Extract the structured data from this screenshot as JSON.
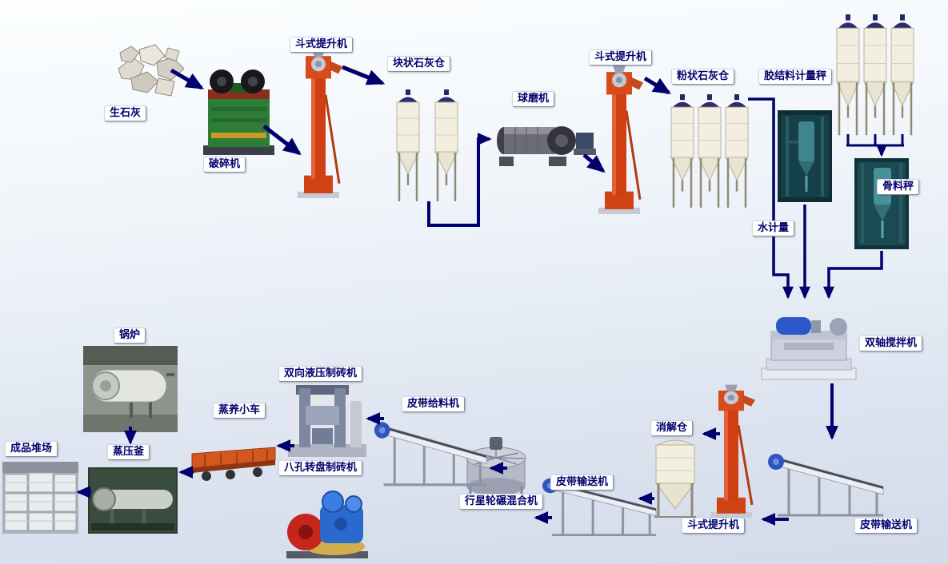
{
  "colors": {
    "arrow": "#00006e",
    "label_text": "#00006e",
    "label_background": "#ffffff",
    "elevator_red": "#cf3f12",
    "crusher_green": "#2e7d36",
    "silo_cream": "#f3efe0"
  },
  "labels": {
    "quicklime": "生石灰",
    "crusher": "破碎机",
    "bucket_elevator_1": "斗式提升机",
    "lump_lime_silo": "块状石灰仓",
    "ball_mill": "球磨机",
    "bucket_elevator_2": "斗式提升机",
    "powder_lime_silo": "粉状石灰仓",
    "binder_metering_scale": "胶结料计量秤",
    "aggregate_scale": "骨料秤",
    "water_metering": "水计量",
    "twin_shaft_mixer": "双轴搅拌机",
    "belt_conveyor_right": "皮带输送机",
    "bucket_elevator_3": "斗式提升机",
    "digestion_silo": "消解仓",
    "belt_conveyor_mid": "皮带输送机",
    "planetary_wheel_mixer": "行星轮碾混合机",
    "belt_feeder": "皮带给料机",
    "hydraulic_brick_machine": "双向液压制砖机",
    "rotary_brick_machine": "八孔转盘制砖机",
    "steam_curing_cart": "蒸养小车",
    "autoclave": "蒸压釜",
    "boiler": "锅炉",
    "finished_product_yard": "成品堆场"
  },
  "connections": [
    {
      "from": "生石灰",
      "to": "破碎机"
    },
    {
      "from": "破碎机",
      "to": "斗式提升机"
    },
    {
      "from": "斗式提升机",
      "to": "块状石灰仓"
    },
    {
      "from": "块状石灰仓",
      "to": "球磨机"
    },
    {
      "from": "球磨机",
      "to": "斗式提升机"
    },
    {
      "from": "斗式提升机",
      "to": "粉状石灰仓"
    },
    {
      "from": "粉状石灰仓",
      "to": "双轴搅拌机",
      "via": "水计量"
    },
    {
      "from": "胶结料计量秤",
      "to": "双轴搅拌机"
    },
    {
      "from": "骨料秤",
      "to": "双轴搅拌机"
    },
    {
      "from": "双轴搅拌机",
      "to": "皮带输送机"
    },
    {
      "from": "皮带输送机",
      "to": "斗式提升机"
    },
    {
      "from": "斗式提升机",
      "to": "消解仓"
    },
    {
      "from": "消解仓",
      "to": "皮带输送机"
    },
    {
      "from": "皮带输送机",
      "to": "行星轮碾混合机"
    },
    {
      "from": "行星轮碾混合机",
      "to": "皮带给料机"
    },
    {
      "from": "皮带给料机",
      "to": "双向液压制砖机"
    },
    {
      "from": "双向液压制砖机",
      "to": "蒸养小车"
    },
    {
      "from": "蒸养小车",
      "to": "蒸压釜"
    },
    {
      "from": "锅炉",
      "to": "蒸压釜"
    },
    {
      "from": "蒸压釜",
      "to": "成品堆场"
    }
  ]
}
